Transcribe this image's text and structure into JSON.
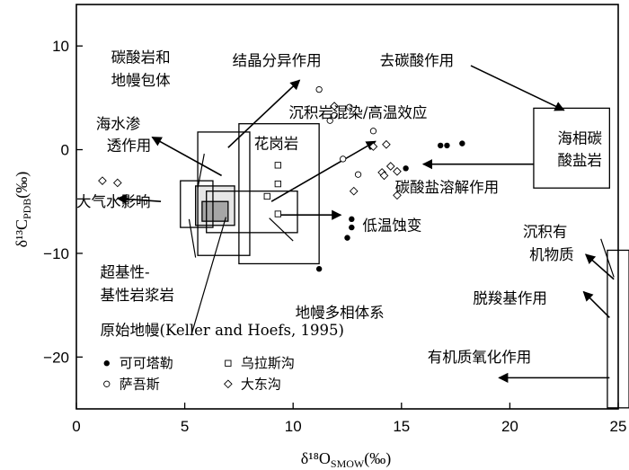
{
  "chart_data": {
    "type": "scatter",
    "xlabel": "δ¹⁸O",
    "xlabel_sub": "SMOW",
    "xlabel_unit": "(‰)",
    "ylabel": "δ¹³C",
    "ylabel_sub": "PDB",
    "ylabel_unit": "(‰)",
    "xlim": [
      0,
      25
    ],
    "ylim": [
      -25,
      14
    ],
    "x_ticks": [
      0,
      5,
      10,
      15,
      20,
      25
    ],
    "y_ticks": [
      10,
      0,
      -10,
      -20
    ],
    "y_tick_labels": [
      "10",
      "0",
      "−10",
      "−20"
    ],
    "grid": false,
    "legend_position": "bottom-left",
    "legend_title": "原始地幔(Keller and Hoefs, 1995)",
    "series": [
      {
        "name": "可可塔勒",
        "marker": "filled-circle",
        "points": [
          [
            12.5,
            -8.5
          ],
          [
            12.7,
            -7.5
          ],
          [
            12.7,
            -6.7
          ],
          [
            11.2,
            -11.5
          ],
          [
            15.2,
            -1.8
          ],
          [
            16.8,
            0.4
          ],
          [
            17.1,
            0.4
          ],
          [
            17.8,
            0.6
          ],
          [
            13.6,
            0.3
          ]
        ]
      },
      {
        "name": "乌拉斯沟",
        "marker": "open-square",
        "points": [
          [
            9.3,
            -1.5
          ],
          [
            9.3,
            -3.3
          ],
          [
            8.8,
            -4.5
          ],
          [
            9.3,
            -6.2
          ]
        ]
      },
      {
        "name": "萨吾斯",
        "marker": "open-circle",
        "points": [
          [
            11.2,
            5.8
          ],
          [
            11.7,
            2.8
          ],
          [
            12.6,
            4.1
          ],
          [
            12.3,
            -0.9
          ],
          [
            13.0,
            -2.4
          ],
          [
            13.7,
            1.8
          ],
          [
            11.9,
            3.3
          ]
        ]
      },
      {
        "name": "大东沟",
        "marker": "open-diamond",
        "points": [
          [
            1.2,
            -3.0
          ],
          [
            1.9,
            -3.2
          ],
          [
            11.9,
            4.2
          ],
          [
            13.7,
            0.3
          ],
          [
            14.3,
            0.5
          ],
          [
            14.8,
            -2.1
          ],
          [
            14.5,
            -1.6
          ],
          [
            14.1,
            -2.2
          ],
          [
            14.8,
            -4.4
          ],
          [
            14.2,
            -2.5
          ],
          [
            12.8,
            -4.0
          ]
        ]
      }
    ],
    "regions": [
      {
        "name": "原始地幔",
        "x": [
          5.5,
          7.3
        ],
        "y": [
          -7.3,
          -3.5
        ],
        "fill": "#e6e6e6"
      },
      {
        "name": "原始地幔",
        "x": [
          5.8,
          7.0
        ],
        "y": [
          -6.9,
          -5.0
        ],
        "fill": "#a6a6a6"
      },
      {
        "name": "碳酸岩和地幔包体",
        "x": [
          5.6,
          8.0
        ],
        "y": [
          -10.2,
          1.7
        ],
        "fill": "none"
      },
      {
        "name": "超基性-基性岩浆岩",
        "x": [
          4.8,
          6.3
        ],
        "y": [
          -7.5,
          -3.0
        ],
        "fill": "none"
      },
      {
        "name": "地幔多相体系",
        "x": [
          6.0,
          10.2
        ],
        "y": [
          -8.0,
          -4.0
        ],
        "fill": "none"
      },
      {
        "name": "花岗岩",
        "x": [
          7.5,
          11.2
        ],
        "y": [
          -11.0,
          2.5
        ],
        "fill": "none"
      },
      {
        "name": "海相碳酸盐岩",
        "x": [
          21.1,
          24.6
        ],
        "y": [
          -3.7,
          4.0
        ],
        "fill": "none"
      },
      {
        "name": "沉积有机物质",
        "x": [
          24.5,
          25.5
        ],
        "y": [
          -24.9,
          -9.7
        ],
        "fill": "none"
      }
    ],
    "annotations": [
      {
        "text": "碳酸岩和",
        "x": 1.6,
        "y": 8.4
      },
      {
        "text": "地幔包体",
        "x": 1.6,
        "y": 6.2
      },
      {
        "text": "结晶分异作用",
        "x": 7.2,
        "y": 8.1
      },
      {
        "text": "去碳酸作用",
        "x": 14.0,
        "y": 8.1
      },
      {
        "text": "海水渗",
        "x": 0.9,
        "y": 2.0
      },
      {
        "text": "透作用",
        "x": 1.4,
        "y": -0.1
      },
      {
        "text": "沉积岩混染/高温效应",
        "x": 9.8,
        "y": 3.1
      },
      {
        "text": "花岗岩",
        "x": 8.2,
        "y": 0.1
      },
      {
        "text": "海相碳",
        "x": 22.2,
        "y": 0.6
      },
      {
        "text": "酸盐岩",
        "x": 22.2,
        "y": -1.5
      },
      {
        "text": "碳酸盐溶解作用",
        "x": 14.7,
        "y": -4.1
      },
      {
        "text": "大气水影响",
        "x": 0.0,
        "y": -5.5
      },
      {
        "text": "低温蚀变",
        "x": 13.2,
        "y": -7.8
      },
      {
        "text": "沉积有",
        "x": 20.6,
        "y": -8.4
      },
      {
        "text": "机物质",
        "x": 20.9,
        "y": -10.6
      },
      {
        "text": "超基性-",
        "x": 1.1,
        "y": -12.3
      },
      {
        "text": "基性岩浆岩",
        "x": 1.1,
        "y": -14.5
      },
      {
        "text": "地幔多相体系",
        "x": 10.1,
        "y": -16.2
      },
      {
        "text": "脱羧基作用",
        "x": 18.3,
        "y": -14.8
      },
      {
        "text": "有机质氧化作用",
        "x": 16.2,
        "y": -20.5
      }
    ],
    "arrows": [
      {
        "from": [
          7.0,
          0.2
        ],
        "to": [
          10.3,
          6.7
        ]
      },
      {
        "from": [
          18.2,
          8.1
        ],
        "to": [
          22.5,
          3.8
        ]
      },
      {
        "from": [
          9.0,
          -5.0
        ],
        "to": [
          13.8,
          0.8
        ]
      },
      {
        "from": [
          6.7,
          -2.5
        ],
        "to": [
          3.5,
          1.2
        ]
      },
      {
        "from": [
          3.9,
          -5.0
        ],
        "to": [
          1.9,
          -4.7
        ]
      },
      {
        "from": [
          21.1,
          -1.4
        ],
        "to": [
          16.0,
          -1.4
        ]
      },
      {
        "from": [
          9.3,
          -6.3
        ],
        "to": [
          12.2,
          -6.3
        ]
      },
      {
        "from": [
          24.8,
          -12.5
        ],
        "to": [
          23.5,
          -10.1
        ]
      },
      {
        "from": [
          24.6,
          -16.2
        ],
        "to": [
          23.4,
          -13.7
        ]
      },
      {
        "from": [
          24.6,
          -22.0
        ],
        "to": [
          19.5,
          -22.0
        ]
      }
    ],
    "lines": [
      {
        "from": [
          10.0,
          -8.8
        ],
        "to": [
          8.9,
          -6.6
        ]
      },
      {
        "from": [
          5.5,
          -10.4
        ],
        "to": [
          5.2,
          -6.7
        ]
      },
      {
        "from": [
          5.3,
          -17.9
        ],
        "to": [
          6.9,
          -6.5
        ]
      },
      {
        "from": [
          5.6,
          -3.7
        ],
        "to": [
          5.9,
          -0.4
        ]
      },
      {
        "from": [
          24.2,
          -8.6
        ],
        "to": [
          24.8,
          -12.3
        ]
      }
    ]
  }
}
